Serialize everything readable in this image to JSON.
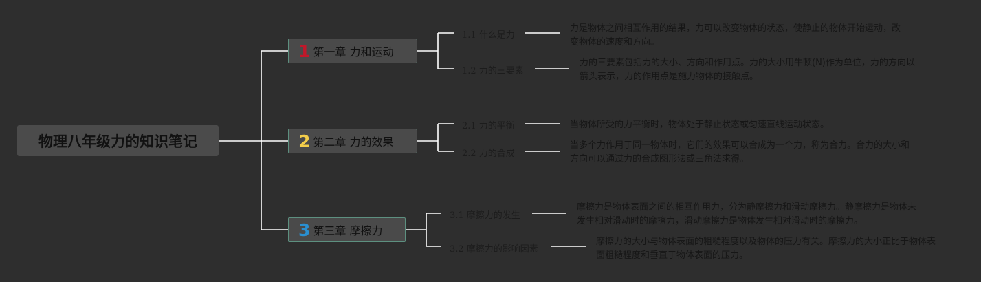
{
  "root": {
    "title": "物理八年级力的知识笔记"
  },
  "chapters": [
    {
      "number": "1",
      "number_color": "#c0182a",
      "title": "第一章 力和运动",
      "subs": [
        {
          "title": "1.1 什么是力",
          "text": "力是物体之间相互作用的结果，力可以改变物体的状态，使静止的物体开始运动，改变物体的速度和方向。"
        },
        {
          "title": "1.2 力的三要素",
          "text": "力的三要素包括力的大小、方向和作用点。力的大小用牛顿(N)作为单位，力的方向以箭头表示，力的作用点是施力物体的接触点。"
        }
      ]
    },
    {
      "number": "2",
      "number_color": "#f3cd4a",
      "title": "第二章 力的效果",
      "subs": [
        {
          "title": "2.1 力的平衡",
          "text": "当物体所受的力平衡时，物体处于静止状态或匀速直线运动状态。"
        },
        {
          "title": "2.2 力的合成",
          "text": "当多个力作用于同一物体时，它们的效果可以合成为一个力，称为合力。合力的大小和方向可以通过力的合成图形法或三角法求得。"
        }
      ]
    },
    {
      "number": "3",
      "number_color": "#2a8fd0",
      "title": "第三章 摩擦力",
      "subs": [
        {
          "title": "3.1 摩擦力的发生",
          "text": "摩擦力是物体表面之间的相互作用力，分为静摩擦力和滑动摩擦力。静摩擦力是物体未发生相对滑动时的摩擦力，滑动摩擦力是物体发生相对滑动时的摩擦力。"
        },
        {
          "title": "3.2 摩擦力的影响因素",
          "text": "摩擦力的大小与物体表面的粗糙程度以及物体的压力有关。摩擦力的大小正比于物体表面粗糙程度和垂直于物体表面的压力。"
        }
      ]
    }
  ]
}
